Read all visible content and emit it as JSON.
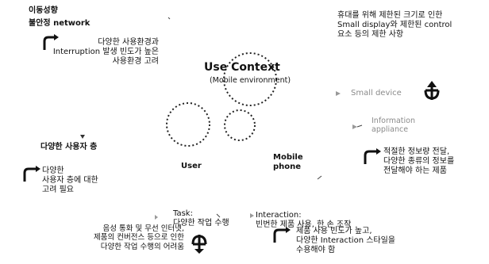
{
  "center": {
    "title": "Use Context",
    "subtitle": "(Mobile environment)",
    "user": "User",
    "mobile": "Mobile\nphone"
  },
  "top_left": {
    "heading_line1": "이동성향",
    "heading_line2": "불안정 network",
    "desc": "다양한 사용환경과\nInterruption 발생 빈도가 높은\n사용환경 고려"
  },
  "top_right": {
    "desc": "휴대를 위해 제한된 크기로 인한\nSmall display와 제한된 control\n요소 등의 제한 사항",
    "label": "Small device"
  },
  "right_mid": {
    "label": "Information\nappliance",
    "desc": "적절한 정보량 전달,\n다양한 종류의 정보를\n전달해야 하는 제품"
  },
  "left_mid": {
    "heading": "다양한 사용자 층",
    "desc": "다양한\n사용자 층에 대한\n고려 필요"
  },
  "bottom_left": {
    "task": "Task:\n다양한 작업 수행",
    "desc": "음성 통화 및 무선 인터넷,\n제품의 컨버전스 등으로 인한\n다양한 작업 수행의 어려움"
  },
  "bottom_right": {
    "heading": "Interaction:\n빈번한 제품 사용, 한 손 조작",
    "desc": "제품 사용 빈도가 높고,\n다양한 Interaction 스타일을\n수용해야 함"
  },
  "colors": {
    "text": "#111111",
    "muted": "#8a8a8a",
    "circle": "#222222"
  },
  "icons": [
    "curved-arrow-icon",
    "bullet-arrow-icon"
  ]
}
